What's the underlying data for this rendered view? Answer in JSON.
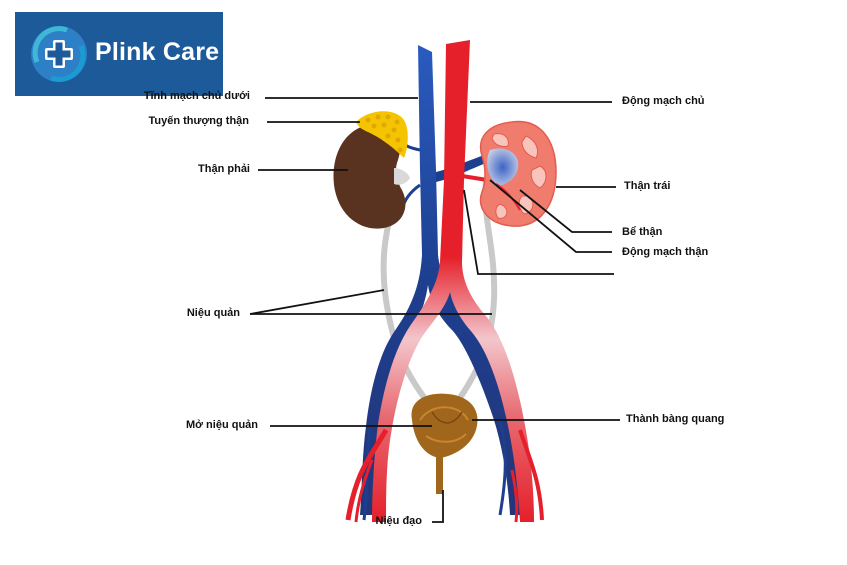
{
  "brand": {
    "name": "Plink Care",
    "logo_bg": "#1d5a99",
    "logo_icon": "medical-cross-icon"
  },
  "labels": {
    "ivc": "Tĩnh mạch chủ dưới",
    "adrenal": "Tuyến thượng thận",
    "right_kidney": "Thận phải",
    "ureter": "Niệu quản",
    "ureteral_orifice": "Mở niệu quản",
    "urethra": "Niệu đạo",
    "aorta": "Động mạch chủ",
    "left_kidney": "Thận trái",
    "renal_pelvis": "Bể thận",
    "renal_artery": "Động mạch thận",
    "bladder_wall": "Thành bàng quang"
  },
  "colors": {
    "artery": "#e5202a",
    "vein": "#1d3f8f",
    "ureter": "#c9c9c9",
    "kidney_right": "#5a3220",
    "kidney_left": "#f07c6e",
    "adrenal": "#f5c400",
    "bladder": "#a0661c"
  }
}
